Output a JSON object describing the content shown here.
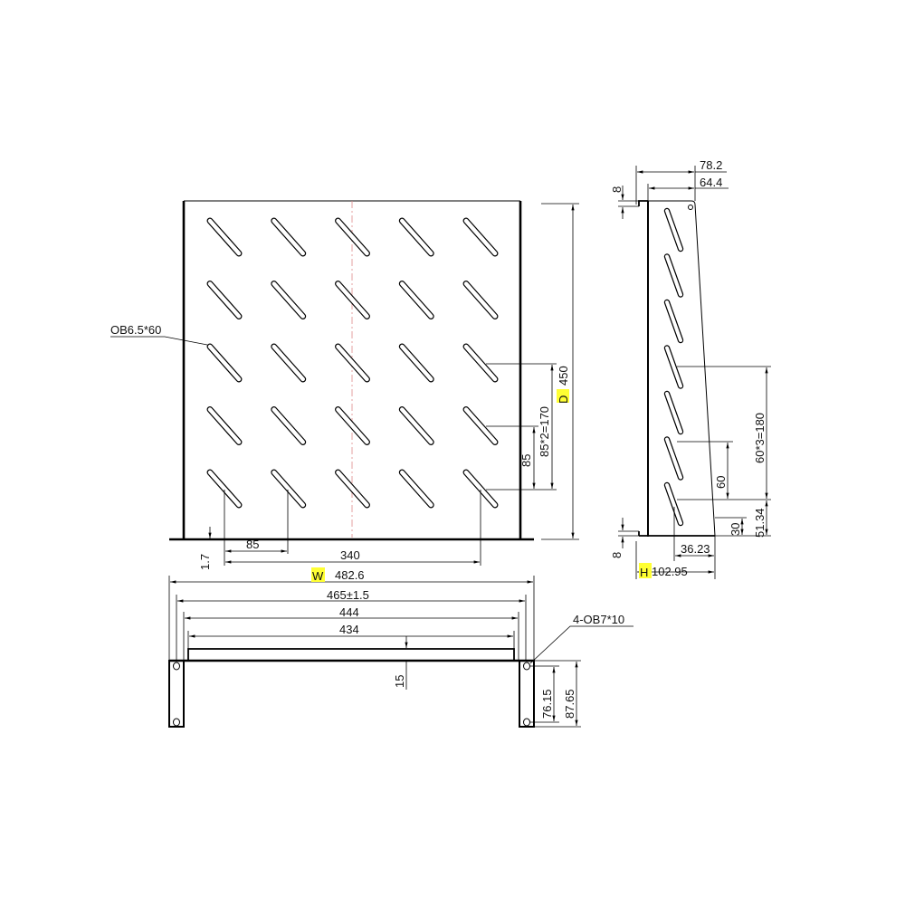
{
  "top_view": {
    "slot_label": "OB6.5*60",
    "depth_letter": "D",
    "depth_value": "450",
    "slot_pitch_total": "85*2=170",
    "slot_pitch": "85",
    "bottom_pitch": "85",
    "bottom_span": "340",
    "flange_thickness": "1.7",
    "slot_grid": {
      "rows": 5,
      "columns": 5
    }
  },
  "front_view": {
    "width_letter": "W",
    "width_value": "482.6",
    "hole_span": "465±1.5",
    "outer_width": "444",
    "inner_width": "434",
    "lip_height": "15",
    "hole_label": "4-OB7*10",
    "hole_pitch": "76.15",
    "ear_height": "87.65"
  },
  "side_view": {
    "top_overall": "78.2",
    "top_width": "64.4",
    "top_lip": "8",
    "bottom_lip": "8",
    "slot_pitch_total": "60*3=180",
    "slot_pitch": "60",
    "bottom_offset": "30",
    "first_slot_height": "51.34",
    "slot_offset": "36.23",
    "height_letter": "H",
    "height_value": "102.95",
    "slot_count": 7
  },
  "colors": {
    "highlight": "#ffff33",
    "centerline": "#e08a8a"
  }
}
